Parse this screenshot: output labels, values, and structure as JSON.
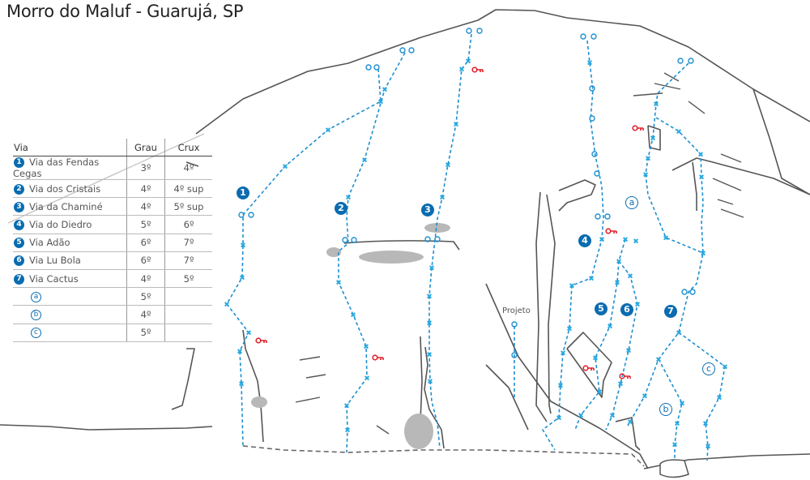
{
  "title": "Morro do Maluf - Guarujá, SP",
  "table": {
    "headers": [
      "Via",
      "Grau",
      "Crux"
    ],
    "rows": [
      {
        "marker": "1",
        "name": "Via das Fendas Cegas",
        "grau": "3º",
        "crux": "4º"
      },
      {
        "marker": "2",
        "name": "Via dos Cristais",
        "grau": "4º",
        "crux": "4º sup"
      },
      {
        "marker": "3",
        "name": "Via da Chaminé",
        "grau": "4º",
        "crux": "5º sup"
      },
      {
        "marker": "4",
        "name": "Via do Diedro",
        "grau": "5º",
        "crux": "6º"
      },
      {
        "marker": "5",
        "name": "Via Adão",
        "grau": "6º",
        "crux": "7º"
      },
      {
        "marker": "6",
        "name": "Via Lu Bola",
        "grau": "6º",
        "crux": "7º"
      },
      {
        "marker": "7",
        "name": "Via Cactus",
        "grau": "4º",
        "crux": "5º"
      },
      {
        "marker": "a",
        "name": "",
        "grau": "5º",
        "crux": ""
      },
      {
        "marker": "b",
        "name": "",
        "grau": "4º",
        "crux": ""
      },
      {
        "marker": "c",
        "name": "",
        "grau": "5º",
        "crux": ""
      }
    ]
  },
  "map_labels": {
    "r1": "1",
    "r2": "2",
    "r3": "3",
    "r4": "4",
    "r5": "5",
    "r6": "6",
    "r7": "7",
    "a": "a",
    "b": "b",
    "c": "c",
    "projeto": "Projeto"
  },
  "colors": {
    "route": "#1e8fd0",
    "bolt": "#29a9e1",
    "marker": "#0a6cb0",
    "rock": "#555555",
    "key": "#e0202a",
    "blob": "#b8b8b8"
  },
  "icons": {
    "bolt": "cross-icon",
    "anchor": "anchor-ring-icon",
    "key": "key-icon"
  }
}
